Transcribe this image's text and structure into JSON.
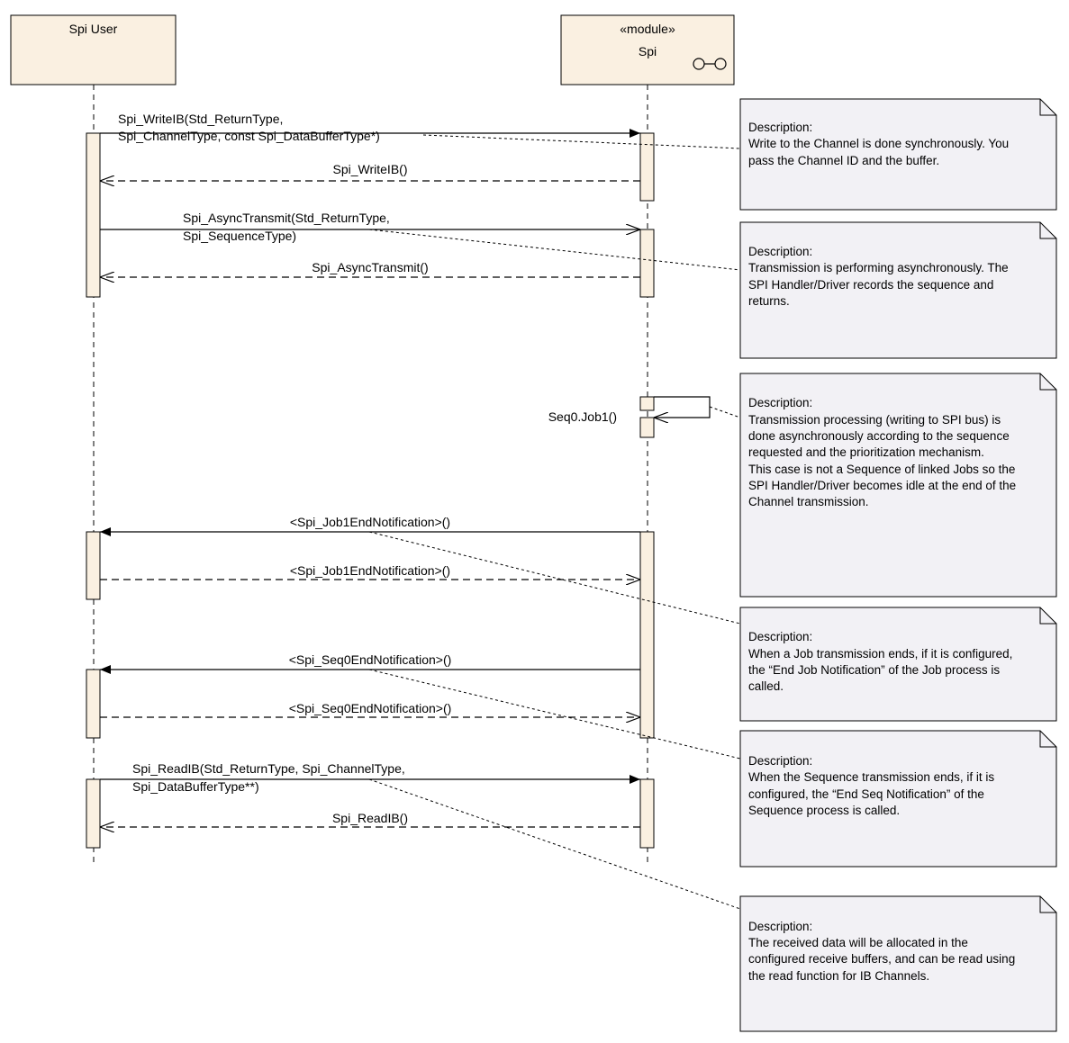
{
  "lifelines": {
    "user": {
      "name": "Spi User"
    },
    "spi": {
      "stereotype": "«module»",
      "name": "Spi"
    }
  },
  "messages": {
    "write_call": [
      "Spi_WriteIB(Std_ReturnType,",
      "Spi_ChannelType, const Spi_DataBufferType*)"
    ],
    "write_return": "Spi_WriteIB()",
    "async_call": [
      "Spi_AsyncTransmit(Std_ReturnType,",
      "Spi_SequenceType)"
    ],
    "async_return": "Spi_AsyncTransmit()",
    "self_call": "Seq0.Job1()",
    "job1_call": "<Spi_Job1EndNotification>()",
    "job1_return": "<Spi_Job1EndNotification>()",
    "seq0_call": "<Spi_Seq0EndNotification>()",
    "seq0_return": "<Spi_Seq0EndNotification>()",
    "read_call": [
      "Spi_ReadIB(Std_ReturnType, Spi_ChannelType,",
      "Spi_DataBufferType**)"
    ],
    "read_return": "Spi_ReadIB()"
  },
  "notes": [
    [
      "Description:",
      "Write to the Channel is done synchronously. You",
      "pass the Channel ID and the buffer."
    ],
    [
      "Description:",
      "Transmission is performing asynchronously. The",
      "SPI Handler/Driver records the sequence and",
      "returns."
    ],
    [
      "Description:",
      "Transmission processing (writing to SPI bus) is",
      "done asynchronously according to the sequence",
      "requested and the prioritization mechanism.",
      "This case is not a Sequence of linked Jobs so the",
      "SPI Handler/Driver becomes idle at the end of the",
      "Channel transmission."
    ],
    [
      "Description:",
      "When a Job transmission ends, if it is configured,",
      "the “End Job Notification” of the Job process is",
      "called."
    ],
    [
      "Description:",
      "When the Sequence transmission ends, if it is",
      "configured, the “End Seq Notification” of the",
      "Sequence process is called."
    ],
    [
      "Description:",
      "The received data will be allocated in the",
      "configured receive buffers, and can be read using",
      "the read function for IB Channels."
    ]
  ],
  "colors": {
    "box_fill": "#faf0e1",
    "note_fill": "#f2f1f5",
    "line": "#000000"
  }
}
